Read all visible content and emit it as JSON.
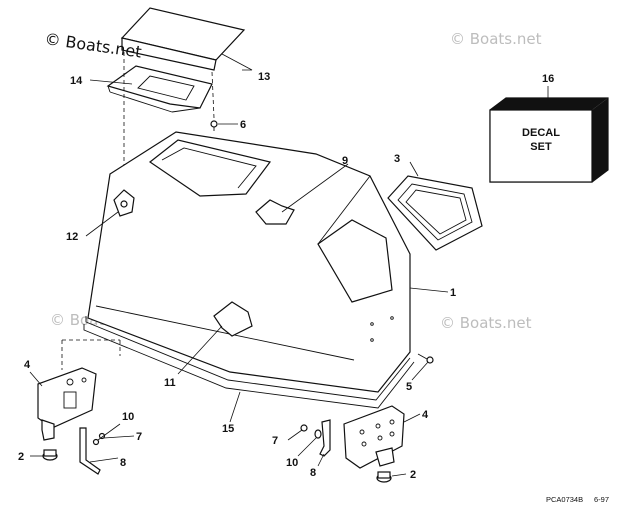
{
  "watermark": {
    "main": "© Boats.net",
    "repeat": "© Boats.net"
  },
  "decal_box": {
    "line1": "DECAL",
    "line2": "SET"
  },
  "callouts": {
    "c1": "1",
    "c2a": "2",
    "c2b": "2",
    "c3": "3",
    "c4a": "4",
    "c4b": "4",
    "c5": "5",
    "c6": "6",
    "c7a": "7",
    "c7b": "7",
    "c8a": "8",
    "c8b": "8",
    "c9": "9",
    "c10a": "10",
    "c10b": "10",
    "c11": "11",
    "c12": "12",
    "c13": "13",
    "c14": "14",
    "c15": "15",
    "c16": "16"
  },
  "drawing_code": "PCA0734B",
  "drawing_date": "6-97"
}
